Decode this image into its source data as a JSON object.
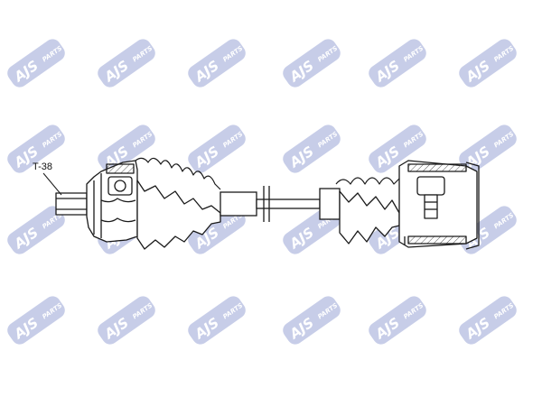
{
  "diagram": {
    "part_label": "T-38",
    "colors": {
      "line": "#1a1a1a",
      "fill": "#ffffff",
      "hatch": "#555555",
      "watermark": "#9aa6d6",
      "watermark_text": "#ffffff"
    }
  },
  "watermark": {
    "brand": "AJS",
    "suffix": "PARTS"
  }
}
